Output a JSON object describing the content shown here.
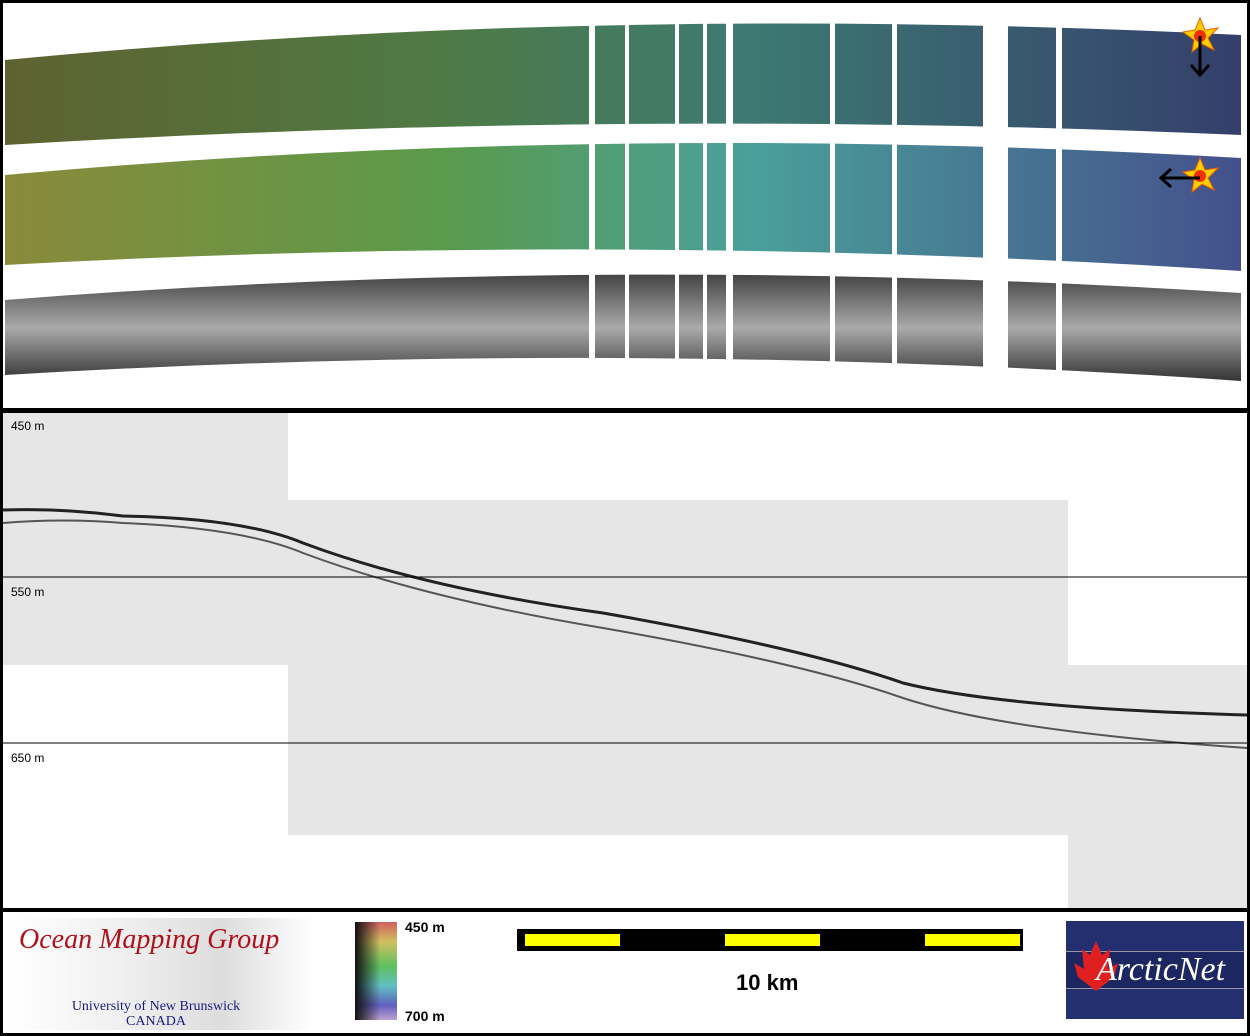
{
  "profile": {
    "depth_labels": [
      "450 m",
      "550 m",
      "650 m"
    ]
  },
  "legend": {
    "omg_title": "Ocean Mapping Group",
    "omg_university": "University of New Brunswick",
    "omg_country": "CANADA",
    "colorbar_top": "450 m",
    "colorbar_bottom": "700 m",
    "scale_label": "10 km",
    "partner_logo": "ArcticNet"
  },
  "colors": {
    "scale_bar": "#ffff00",
    "logo_red": "#b0101a",
    "arctic_bg": "#232f6e"
  },
  "icons": [
    "sun-illumination-icon",
    "arrow-down-icon",
    "arrow-left-icon"
  ]
}
